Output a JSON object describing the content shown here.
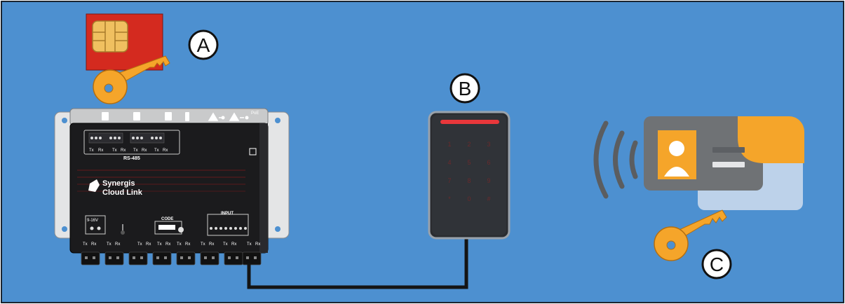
{
  "diagram": {
    "labels": {
      "a": "A",
      "b": "B",
      "c": "C"
    },
    "controller": {
      "brand_line1": "Synergis",
      "brand_line2": "Cloud Link",
      "bus_label": "RS-485",
      "power_label": "9-16V",
      "code_label": "CODE",
      "input_label": "INPUT",
      "poe_label": "PoE",
      "tx": "Tx",
      "rx": "Rx"
    },
    "reader": {
      "keys": [
        "1",
        "2",
        "3",
        "4",
        "5",
        "6",
        "7",
        "8",
        "9",
        "*",
        "0",
        "#"
      ]
    },
    "colors": {
      "background": "#4d90d0",
      "frame": "#1a2430",
      "sim_card": "#d42a1f",
      "sim_chip": "#f0c060",
      "key": "#f5a52a",
      "controller_body": "#1b1b1d",
      "reader_body": "#2a2c30",
      "reader_led": "#e8373b",
      "card_body": "#6f7275",
      "card_accent": "#f5a52a",
      "card_back": "#bdd2ea",
      "cable": "#141414"
    }
  }
}
